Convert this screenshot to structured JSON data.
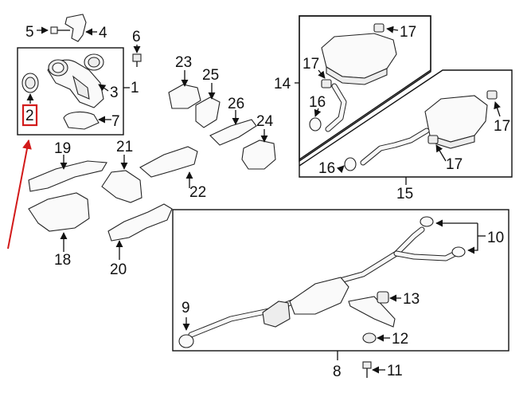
{
  "diagram": {
    "labels": {
      "l1": "1",
      "l2": "2",
      "l3": "3",
      "l4": "4",
      "l5": "5",
      "l6": "6",
      "l7": "7",
      "l8": "8",
      "l9": "9",
      "l10": "10",
      "l11": "11",
      "l12": "12",
      "l13": "13",
      "l14": "14",
      "l15": "15",
      "l16a": "16",
      "l16b": "16",
      "l17a": "17",
      "l17b": "17",
      "l17c": "17",
      "l17d": "17",
      "l18": "18",
      "l19": "19",
      "l20": "20",
      "l21": "21",
      "l22": "22",
      "l23": "23",
      "l24": "24",
      "l25": "25",
      "l26": "26"
    },
    "highlighted_callout": "2",
    "highlight_color": "#d21a1a"
  }
}
